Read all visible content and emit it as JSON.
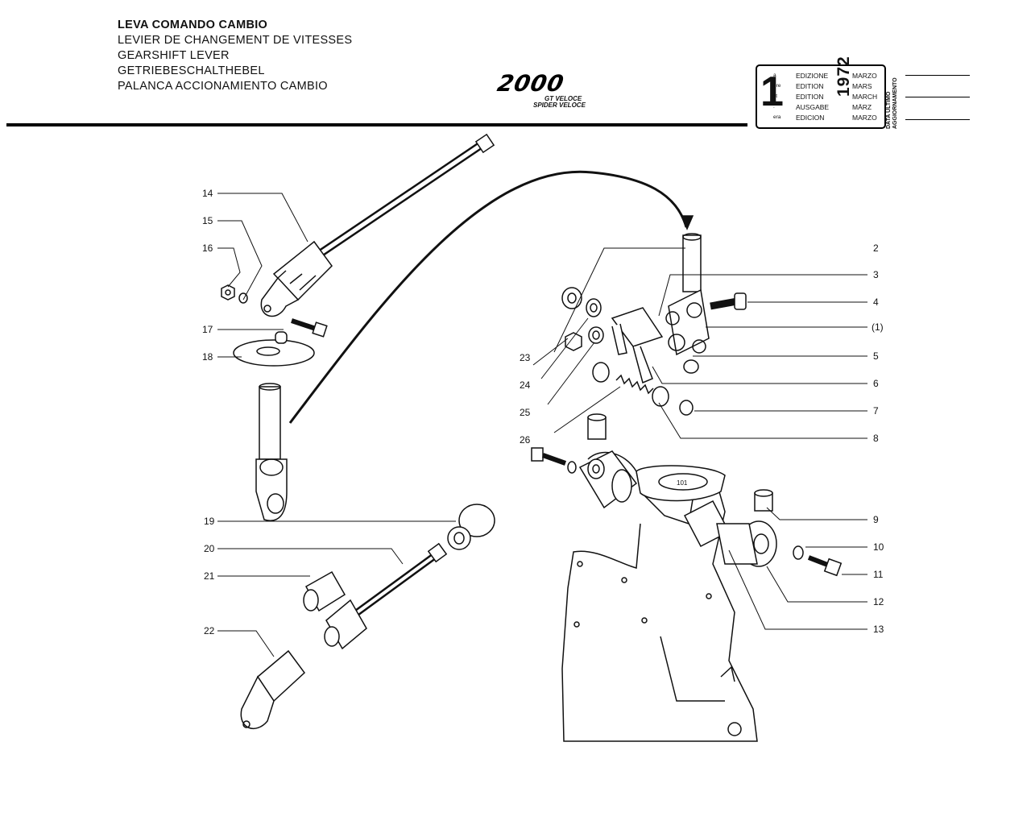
{
  "titles": [
    "LEVA COMANDO CAMBIO",
    "LEVIER DE CHANGEMENT DE VITESSES",
    "GEARSHIFT LEVER",
    "GETRIEBESCHALTHEBEL",
    "PALANCA ACCIONAMIENTO CAMBIO"
  ],
  "logo": {
    "mark": "2000",
    "sub1": "GT VELOCE",
    "sub2": "SPIDER VELOCE"
  },
  "edition": {
    "number": "1",
    "year": "1972",
    "rows": [
      {
        "suffix": "a",
        "word": "EDIZIONE",
        "month": "MARZO"
      },
      {
        "suffix": "ere",
        "word": "EDITION",
        "month": "MARS"
      },
      {
        "suffix": "st",
        "word": "EDITION",
        "month": "MARCH"
      },
      {
        "suffix": ".",
        "word": "AUSGABE",
        "month": "MÄRZ"
      },
      {
        "suffix": "era",
        "word": "EDICION",
        "month": "MARZO"
      }
    ],
    "update_label": "DATA ULTIMO AGGIORNAMENTO"
  },
  "casting_mark": "101",
  "callouts_left": [
    "14",
    "15",
    "16",
    "17",
    "18",
    "19",
    "20",
    "21",
    "22",
    "23",
    "24",
    "25",
    "26"
  ],
  "callouts_right": [
    "2",
    "3",
    "4",
    "(1)",
    "5",
    "6",
    "7",
    "8",
    "9",
    "10",
    "11",
    "12",
    "13"
  ]
}
